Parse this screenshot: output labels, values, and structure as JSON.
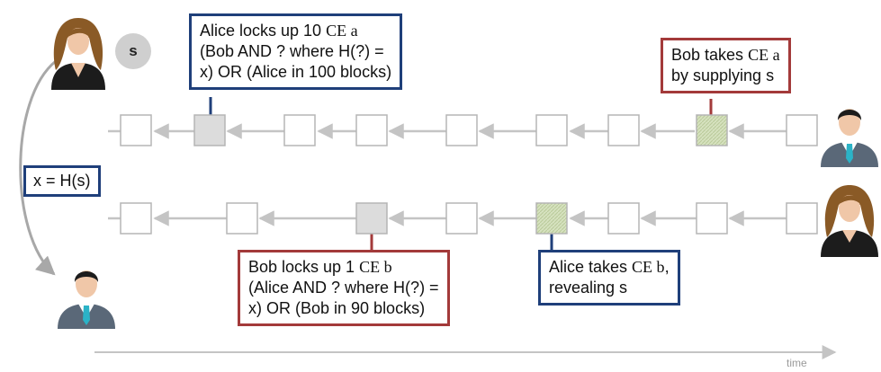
{
  "callouts": {
    "alice_lock": {
      "l1a": "Alice locks up 10 ",
      "l1ce": "CE a",
      "l2": "(Bob AND ? where H(?) =",
      "l3": "x) OR (Alice in 100 blocks)"
    },
    "bob_take": {
      "l1a": "Bob takes ",
      "l1ce": "CE a",
      "l2": "by supplying s"
    },
    "bob_lock": {
      "l1a": "Bob locks up 1 ",
      "l1ce": "CE b",
      "l2": "(Alice AND ? where H(?) =",
      "l3": "x) OR (Bob in 90 blocks)"
    },
    "alice_take": {
      "l1a": "Alice takes ",
      "l1ce": "CE b",
      "l1b": ",",
      "l2": "revealing s"
    }
  },
  "secret": "s",
  "hash_relation": "x = H(s)",
  "time_label": "time",
  "colors": {
    "blue": "#1f3f7a",
    "red": "#a33a3a",
    "lock_block": "#dcdcdc",
    "take_block": "#cfdcb5",
    "chain_arrow": "#c4c4c4"
  },
  "icons": {
    "alice": "woman-avatar-icon",
    "bob": "man-avatar-icon"
  }
}
